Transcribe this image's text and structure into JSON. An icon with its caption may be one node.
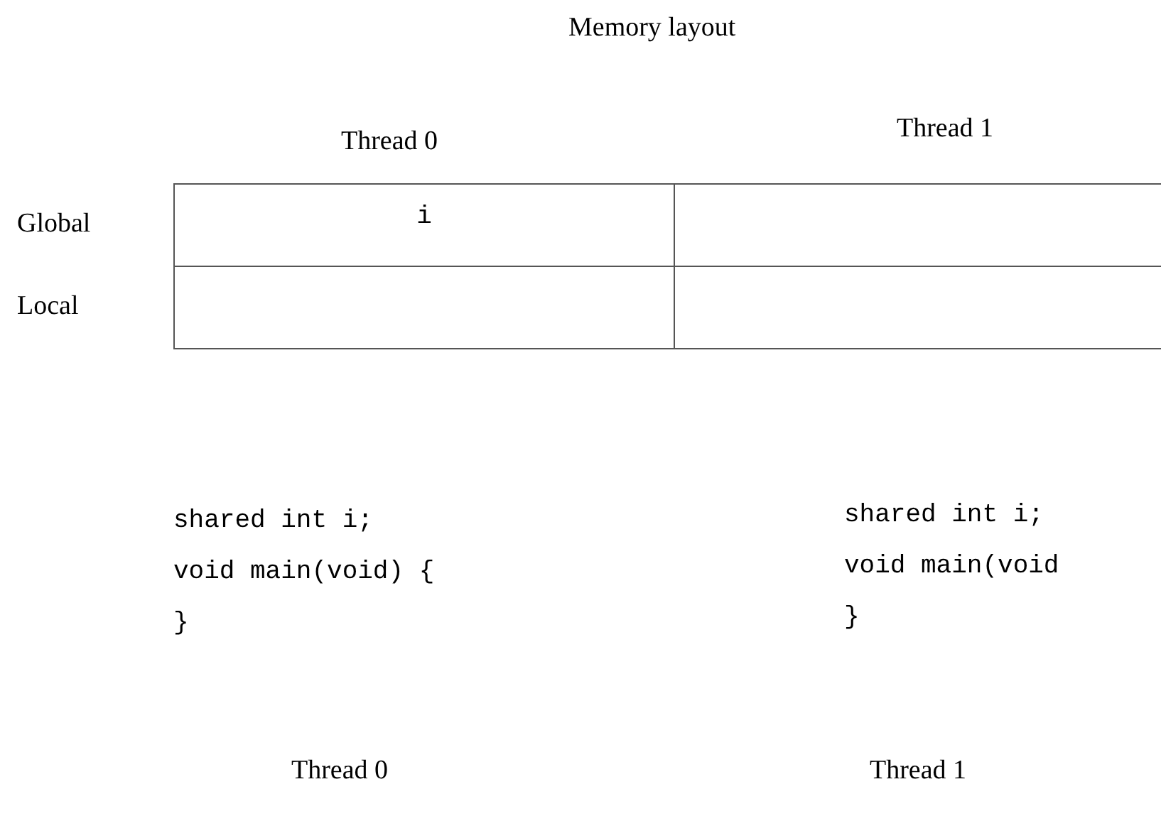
{
  "diagram": {
    "title": "Memory layout",
    "nodes": [
      {
        "text": [
          "i"
        ]
      },
      {
        "text": [],
        "shape": "box"
      },
      {
        "text": [],
        "shape": "box"
      },
      {
        "text": [],
        "shape": "box"
      }
    ],
    "labels": [
      "Thread 0",
      "Thread 1",
      "Global",
      "Local",
      "shared int i;",
      "shared int i;",
      "void main(void) {",
      "void main(void",
      "}",
      "}",
      "Thread 0",
      "Thread 1"
    ]
  }
}
